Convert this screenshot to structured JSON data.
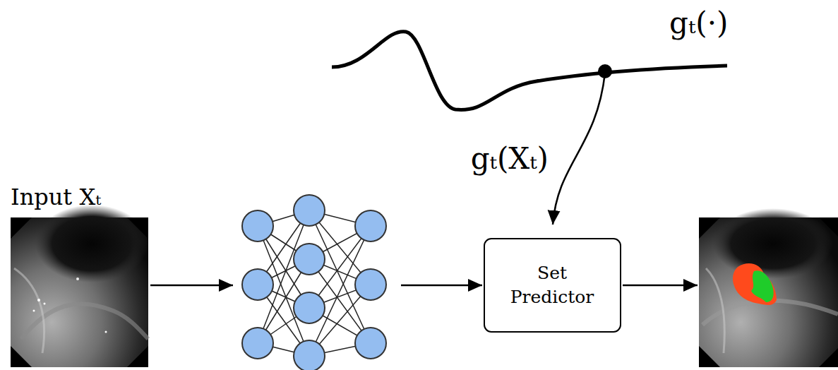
{
  "diagram": {
    "nodes": [
      {
        "text": [
          "Input Xₜ"
        ]
      },
      {
        "text": [
          "Set Predictor"
        ]
      }
    ],
    "labels": [
      "gₜ(·)",
      "gₜ(Xₜ)"
    ]
  }
}
